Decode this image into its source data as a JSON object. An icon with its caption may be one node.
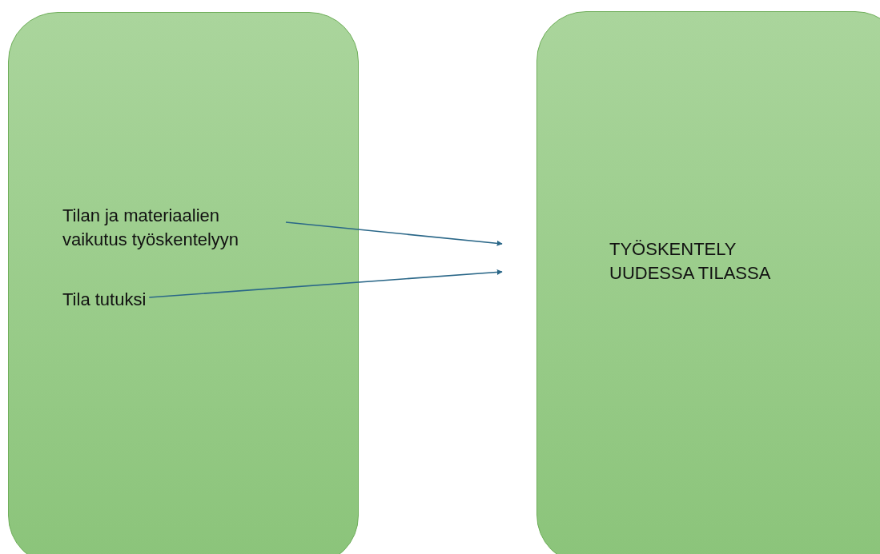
{
  "diagram": {
    "nodes": [
      {
        "text": [],
        "shape": "box"
      },
      {
        "text": [
          "Tilan ja materiaalien vaikutus työskentelyyn"
        ],
        "in": 0
      },
      {
        "text": [
          "Tila tutuksi"
        ],
        "in": 0
      },
      {
        "text": [
          "TYÖSKENTELY UUDESSA TILASSA"
        ]
      }
    ],
    "edges": [
      {
        "from": 1,
        "to": null,
        "arrow": "to"
      },
      {
        "from": 2,
        "to": null,
        "arrow": "to"
      }
    ]
  }
}
